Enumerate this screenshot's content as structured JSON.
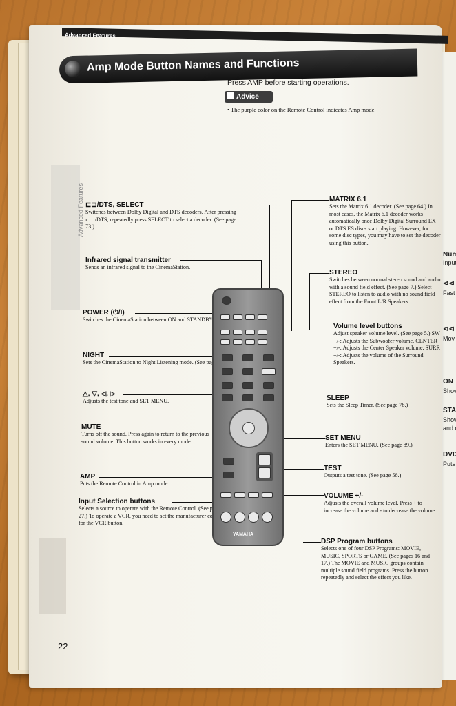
{
  "section_tab": "Advanced Features",
  "title": "Amp Mode Button Names and Functions",
  "press_amp": "Press AMP before starting operations.",
  "advice": {
    "label": "Advice",
    "text": "The purple color on the Remote Control indicates Amp mode."
  },
  "left_items": [
    {
      "heading": "⊏⊐/DTS, SELECT",
      "desc": "Switches between Dolby Digital and DTS decoders. After pressing ⊏⊐/DTS, repeatedly press SELECT to select a decoder. (See page 73.)"
    },
    {
      "heading": "Infrared signal transmitter",
      "desc": "Sends an infrared signal to the CinemaStation."
    },
    {
      "heading": "POWER (⏻/I)",
      "desc": "Switches the CinemaStation between ON and STANDBY."
    },
    {
      "heading": "NIGHT",
      "desc": "Sets the CinemaStation to Night Listening mode. (See page 70.)"
    },
    {
      "heading": "△, ▽, ◁, ▷",
      "desc": "Adjusts the test tone and SET MENU."
    },
    {
      "heading": "MUTE",
      "desc": "Turns off the sound. Press again to return to the previous sound volume. This button works in every mode."
    },
    {
      "heading": "AMP",
      "desc": "Puts the Remote Control in Amp mode."
    },
    {
      "heading": "Input Selection buttons",
      "desc": "Selects a source to operate with the Remote Control. (See page 27.) To operate a VCR, you need to set the manufacturer code for the VCR button."
    }
  ],
  "right_items": [
    {
      "heading": "MATRIX 6.1",
      "desc": "Sets the Matrix 6.1 decoder. (See page 64.) In most cases, the Matrix 6.1 decoder works automatically once Dolby Digital Surround EX or DTS ES discs start playing. However, for some disc types, you may have to set the decoder using this button."
    },
    {
      "heading": "STEREO",
      "desc": "Switches between normal stereo sound and audio with a sound field effect. (See page 7.) Select STEREO to listen to audio with no sound field effect from the Front L/R Speakers."
    },
    {
      "heading": "Volume level buttons",
      "desc": "Adjust speaker volume level. (See page 5.) SW +/-: Adjusts the Subwoofer volume. CENTER +/-: Adjusts the Center Speaker volume. SURR +/-: Adjusts the volume of the Surround Speakers."
    },
    {
      "heading": "SLEEP",
      "desc": "Sets the Sleep Timer. (See page 78.)"
    },
    {
      "heading": "SET MENU",
      "desc": "Enters the SET MENU. (See page 89.)"
    },
    {
      "heading": "TEST",
      "desc": "Outputs a test tone. (See page 58.)"
    },
    {
      "heading": "VOLUME +/-",
      "desc": "Adjusts the overall volume level. Press + to increase the volume and - to decrease the volume."
    },
    {
      "heading": "DSP Program buttons",
      "desc": "Selects one of four DSP Programs: MOVIE, MUSIC, SPORTS or GAME. (See pages 16 and 17.) The MOVIE and MUSIC groups contain multiple sound field programs. Press the button repeatedly and select the effect you like."
    }
  ],
  "side_label": "Advanced Features",
  "page_number": "22",
  "remote_brand": "YAMAHA",
  "next_page": [
    "Num",
    "Input",
    "⊲⊲",
    "Fast",
    "⊲⊲",
    "Mov",
    "ON",
    "Show",
    "STA",
    "Show",
    "and c",
    "DVD",
    "Puts"
  ]
}
